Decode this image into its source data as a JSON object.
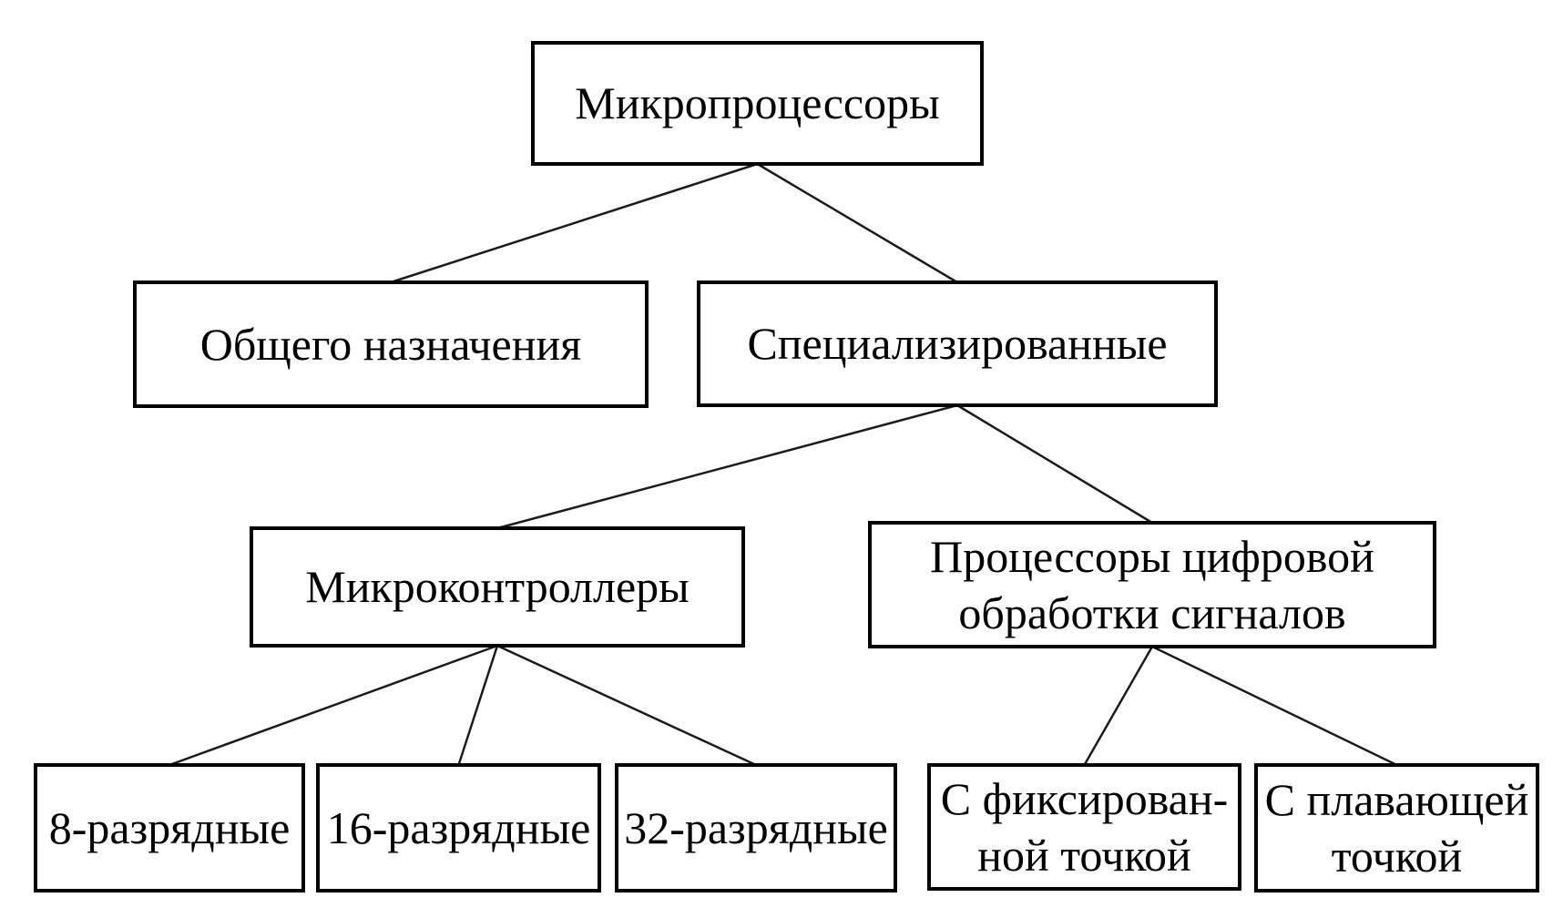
{
  "diagram": {
    "colors": {
      "background": "#ffffff",
      "box_border": "#000000",
      "text": "#000000",
      "connector_line": "#1c1c1c"
    },
    "nodes": {
      "root": {
        "label": "Микропроцессоры"
      },
      "general": {
        "label": "Общего назначения"
      },
      "special": {
        "label": "Специализированные"
      },
      "mcu": {
        "label": "Микроконтроллеры"
      },
      "dsp": {
        "label": "Процессоры цифровой\nобработки сигналов"
      },
      "bit8": {
        "label": "8-разрядные"
      },
      "bit16": {
        "label": "16-разрядные"
      },
      "bit32": {
        "label": "32-разрядные"
      },
      "fixed": {
        "label": "С фиксирован-\nной точкой"
      },
      "float": {
        "label": "С плавающей\nточкой"
      }
    },
    "edges": [
      [
        "root",
        "general"
      ],
      [
        "root",
        "special"
      ],
      [
        "special",
        "mcu"
      ],
      [
        "special",
        "dsp"
      ],
      [
        "mcu",
        "bit8"
      ],
      [
        "mcu",
        "bit16"
      ],
      [
        "mcu",
        "bit32"
      ],
      [
        "dsp",
        "fixed"
      ],
      [
        "dsp",
        "float"
      ]
    ]
  }
}
